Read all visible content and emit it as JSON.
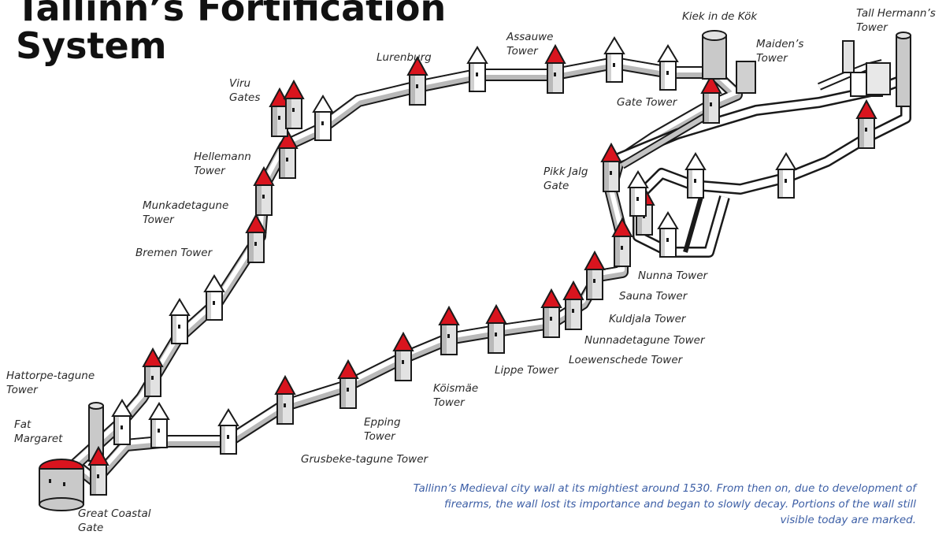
{
  "title": {
    "line1": "Tallinn’s Fortification",
    "line2": "System"
  },
  "caption": "Tallinn’s Medieval city wall at its mightiest around 1530. From then on, due to development of firearms, the wall lost its importance and began to slowly decay. Portions of the wall still visible today are marked.",
  "labels": {
    "kiek_in_de_kok": {
      "line1": "Kiek in de Kök"
    },
    "tall_hermann": {
      "line1": "Tall Hermann’s",
      "line2": "Tower"
    },
    "assauwe": {
      "line1": "Assauwe",
      "line2": "Tower"
    },
    "maidens": {
      "line1": "Maiden’s",
      "line2": "Tower"
    },
    "lurenburg": {
      "line1": "Lurenburg"
    },
    "viru": {
      "line1": "Viru",
      "line2": "Gates"
    },
    "gate_tower": {
      "line1": "Gate Tower"
    },
    "hellemann": {
      "line1": "Hellemann",
      "line2": "Tower"
    },
    "pikk_jalg": {
      "line1": "Pikk Jalg",
      "line2": "Gate"
    },
    "munkadetagune": {
      "line1": "Munkadetagune",
      "line2": "Tower"
    },
    "bremen": {
      "line1": "Bremen Tower"
    },
    "nunna": {
      "line1": "Nunna Tower"
    },
    "sauna": {
      "line1": "Sauna Tower"
    },
    "kuldjala": {
      "line1": "Kuldjala Tower"
    },
    "nunnadetagune": {
      "line1": "Nunnadetagune Tower"
    },
    "loewenschede": {
      "line1": "Loewenschede Tower"
    },
    "lippe": {
      "line1": "Lippe Tower"
    },
    "hattorpe": {
      "line1": "Hattorpe-tagune",
      "line2": "Tower"
    },
    "koismae": {
      "line1": "Köismäe",
      "line2": "Tower"
    },
    "fat_margaret": {
      "line1": "Fat",
      "line2": "Margaret"
    },
    "epping": {
      "line1": "Epping",
      "line2": "Tower"
    },
    "grusbeke": {
      "line1": "Grusbeke-tagune Tower"
    },
    "great_coastal": {
      "line1": "Great Coastal",
      "line2": "Gate"
    }
  },
  "colors": {
    "wall_fill": "#ffffff",
    "wall_shade": "#b9b9b9",
    "outline": "#1a1a1a",
    "roof_red": "#d9141e",
    "caption_blue": "#3d5fa6"
  }
}
